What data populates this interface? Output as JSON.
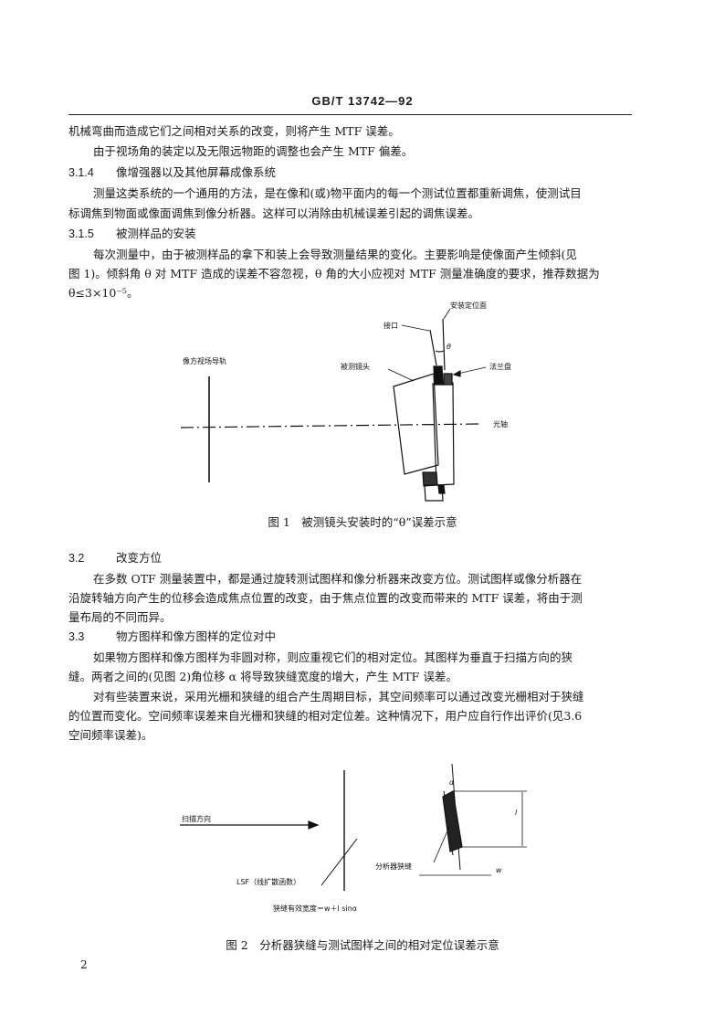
{
  "header": {
    "standard": "GB/T 13742—92"
  },
  "body": {
    "p1": "机械弯曲而造成它们之间相对关系的改变，则将产生 MTF 误差。",
    "p2": "由于视场角的装定以及无限远物距的调整也会产生 MTF 偏差。",
    "s314": {
      "num": "3.1.4",
      "title": "像增强器以及其他屏幕成像系统"
    },
    "p3a": "测量这类系统的一个通用的方法，是在像和(或)物平面内的每一个测试位置都重新调焦，使测试目",
    "p3b": "标调焦到物面或像面调焦到像分析器。这样可以消除由机械误差引起的调焦误差。",
    "s315": {
      "num": "3.1.5",
      "title": "被测样品的安装"
    },
    "p4a": "每次测量中，由于被测样品的拿下和装上会导致测量结果的变化。主要影响是使像面产生倾斜(见",
    "p4b": "图 1)。倾斜角 θ 对 MTF 造成的误差不容忽视，θ 角的大小应视对 MTF 测量准确度的要求，推荐数据为",
    "p4c": "θ≤3×10⁻⁵。",
    "fig1_caption": "图 1　被测镜头安装时的“θ”误差示意",
    "s32": {
      "num": "3.2",
      "title": "改变方位"
    },
    "p5a": "在多数 OTF 测量装置中，都是通过旋转测试图样和像分析器来改变方位。测试图样或像分析器在",
    "p5b": "沿旋转轴方向产生的位移会造成焦点位置的改变，由于焦点位置的改变而带来的 MTF 误差，将由于测",
    "p5c": "量布局的不同而异。",
    "s33": {
      "num": "3.3",
      "title": "物方图样和像方图样的定位对中"
    },
    "p6a": "如果物方图样和像方图样为非圆对称，则应重视它们的相对定位。其图样为垂直于扫描方向的狭",
    "p6b": "缝。两者之间的(见图 2)角位移 α 将导致狭缝宽度的增大，产生 MTF 误差。",
    "p7a": "对有些装置来说，采用光栅和狭缝的组合产生周期目标，其空间频率可以通过改变光栅相对于狭缝",
    "p7b": "的位置而变化。空间频率误差来自光栅和狭缝的相对定位差。这种情况下，用户应自行作出评价(见3.6",
    "p7c": "空间频率误差)。",
    "fig2_caption": "图 2　分析器狭缝与测试图样之间的相对定位误差示意"
  },
  "fig1": {
    "mount_face": "安装定位面",
    "interface": "接口",
    "theta": "θ",
    "image_rail": "像方视场导轨",
    "lens": "被测镜头",
    "flange": "法兰盘",
    "optical_axis": "光轴"
  },
  "fig2": {
    "alpha": "α",
    "scan_dir": "扫描方向",
    "l": "l",
    "slit": "分析器狭缝",
    "w": "w",
    "lsf": "LSF（线扩散函数）",
    "width_formula": "狭缝有效宽度＝w＋l sinα"
  },
  "footer": {
    "page": "2"
  }
}
